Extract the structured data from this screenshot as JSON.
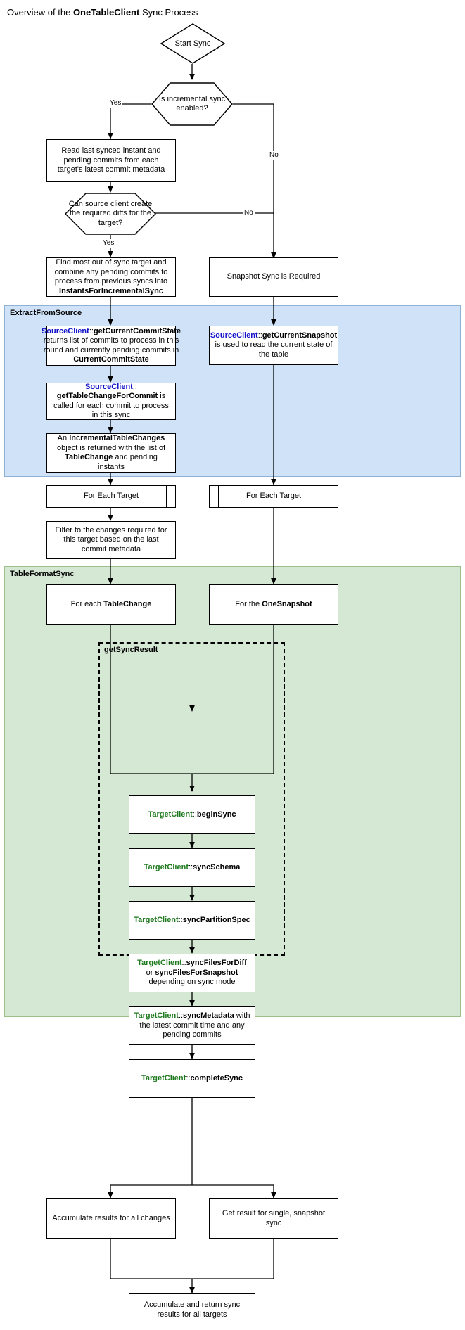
{
  "title": {
    "prefix": "Overview of the ",
    "emphasis": "OneTableClient",
    "suffix": " Sync Process"
  },
  "groups": {
    "extract_from_source": "ExtractFromSource",
    "table_format_sync": "TableFormatSync",
    "get_sync_result": "getSyncResult"
  },
  "edge_labels": {
    "incremental_yes": "Yes",
    "incremental_no": "No",
    "diffs_yes": "Yes",
    "diffs_no": "No"
  },
  "nodes": {
    "start_sync": "Start Sync",
    "is_incremental_sync_enabled": "Is incremental sync enabled?",
    "read_last_synced": "Read last synced instant and pending commits from each target's latest commit metadata",
    "can_source_client_create_diffs": "Can source client create the required diffs for the target?",
    "find_most_out_of_sync": {
      "line1": "Find most out of sync target and combine any pending commits to process from previous syncs into ",
      "bold1": "InstantsForIncrementalSync"
    },
    "snapshot_sync_required": "Snapshot Sync is Required",
    "get_current_commit_state": {
      "class": "SourceClient",
      "sep": "::",
      "method": "getCurrentCommitState",
      "body": " returns list of commits to process in this round and currently pending commits in ",
      "bold_tail": "CurrentCommitState"
    },
    "get_current_snapshot": {
      "class": "SourceClient",
      "sep": "::",
      "method": "getCurrentSnapshot",
      "body": " is used to read the current state of the table"
    },
    "get_table_change_for_commit": {
      "class": "SourceClient",
      "sep": "::",
      "method": "getTableChangeForCommit",
      "body": " is called for each commit to process in this sync"
    },
    "incremental_table_changes": {
      "pre": "An ",
      "bold1": "IncrementalTableChanges",
      "mid": " object is returned with the list of ",
      "bold2": "TableChange",
      "post": " and pending instants"
    },
    "for_each_target_left": "For Each Target",
    "for_each_target_right": "For Each Target",
    "filter_changes": "Filter to the changes required for this target based on the last commit metadata",
    "for_each_tablechange": {
      "pre": "For each ",
      "bold": "TableChange"
    },
    "for_the_onesnapshot": {
      "pre": "For the ",
      "bold": "OneSnapshot"
    },
    "begin_sync": {
      "class": "TargetCilent",
      "sep": "::",
      "method": "beginSync"
    },
    "sync_schema": {
      "class": "TargetClient",
      "sep": "::",
      "method": "syncSchema"
    },
    "sync_partition_spec": {
      "class": "TargetClient",
      "sep": "::",
      "method": "syncPartitionSpec"
    },
    "sync_files": {
      "class": "TargetClient",
      "sep": "::",
      "method": "syncFilesForDiff",
      "mid": " or ",
      "bold2": "syncFilesForSnapshot",
      "post": " depending on sync mode"
    },
    "sync_metadata": {
      "class": "TargetClient",
      "sep": "::",
      "method": "syncMetadata",
      "body": " with the latest commit time and any pending commits"
    },
    "complete_sync": {
      "class": "TargetClient",
      "sep": "::",
      "method": "completeSync"
    },
    "accumulate_results_all_changes": "Accumulate results for all changes",
    "get_result_snapshot_sync": "Get result for single, snapshot sync",
    "accumulate_return_all_targets": "Accumulate and return sync results for all targets"
  },
  "colors": {
    "source_client": "#1111cc",
    "target_client": "#1e7a1e",
    "extract_group_bg": "#cfe2f7",
    "table_format_group_bg": "#d5e8d4",
    "stroke": "#000000",
    "node_bg": "#ffffff"
  }
}
